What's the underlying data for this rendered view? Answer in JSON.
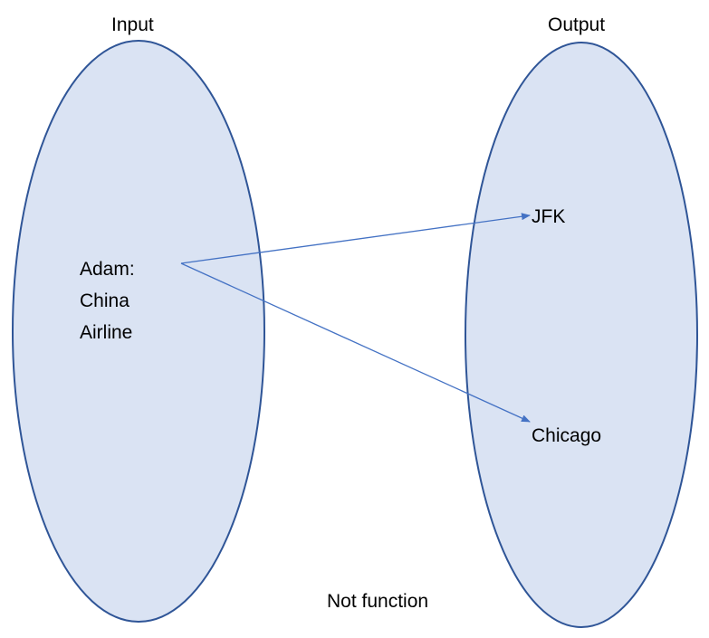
{
  "diagram": {
    "input_label": "Input",
    "output_label": "Output",
    "input_items": [
      {
        "lines": [
          "Adam:",
          "China",
          "Airline"
        ]
      }
    ],
    "output_items": [
      {
        "label": "JFK"
      },
      {
        "label": "Chicago"
      }
    ],
    "caption": "Not function",
    "mappings": [
      {
        "from": "Adam: China Airline",
        "to": "JFK"
      },
      {
        "from": "Adam: China Airline",
        "to": "Chicago"
      }
    ],
    "colors": {
      "ellipse_fill": "#dae3f3",
      "ellipse_stroke": "#2f5597",
      "arrow": "#4472c4"
    }
  }
}
